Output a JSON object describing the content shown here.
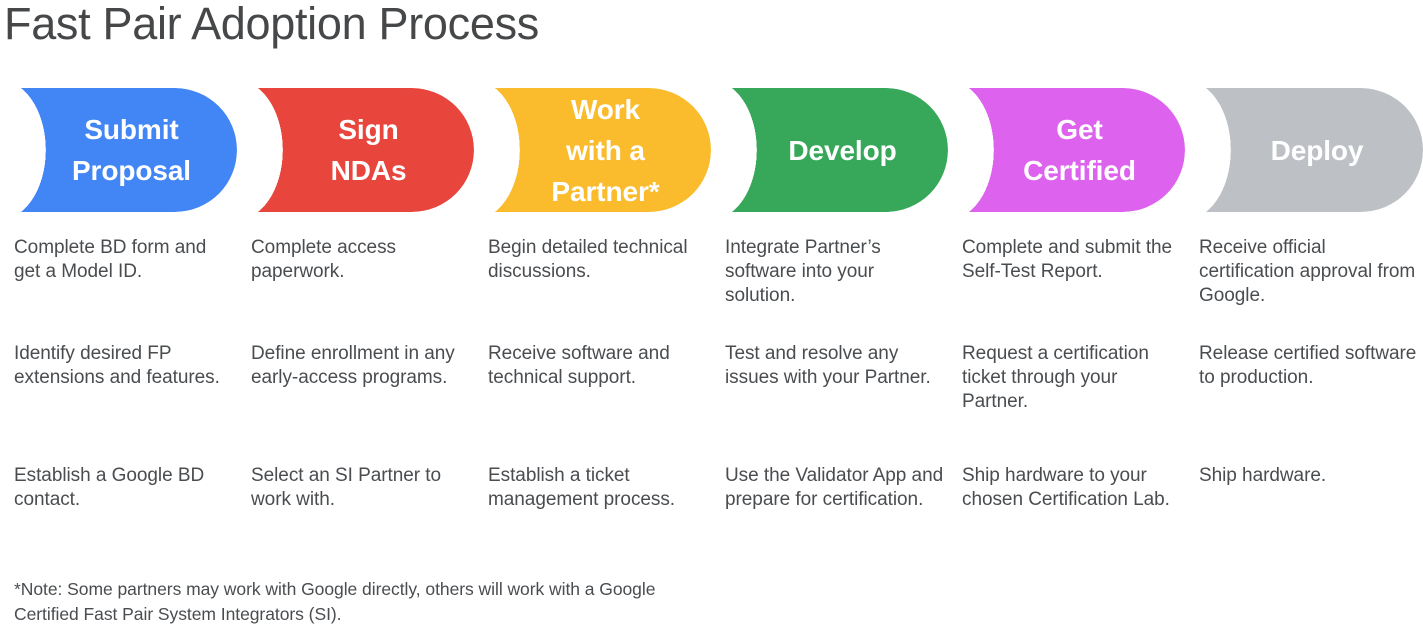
{
  "page": {
    "title": "Fast Pair Adoption Process",
    "title_color": "#454749",
    "background": "#ffffff",
    "body_text_color": "#4A4D50"
  },
  "stages": [
    {
      "label": "Submit\nProposal",
      "color": "#4285F4",
      "name": "submit-proposal",
      "bullets": [
        "Complete BD form and get a Model ID.",
        "Identify desired FP extensions and features.",
        "Establish a Google BD contact."
      ]
    },
    {
      "label": "Sign\nNDAs",
      "color": "#E8453C",
      "name": "sign-ndas",
      "bullets": [
        "Complete access paperwork.",
        "Define enrollment in any early-access programs.",
        "Select an SI Partner to work with."
      ]
    },
    {
      "label": "Work\nwith a\nPartner*",
      "color": "#FABB2D",
      "name": "work-with-a-partner",
      "bullets": [
        "Begin detailed technical discussions.",
        "Receive software and technical support.",
        "Establish a ticket management process."
      ]
    },
    {
      "label": "Develop",
      "color": "#37A85A",
      "name": "develop",
      "bullets": [
        "Integrate Partner’s software into your solution.",
        "Test and resolve any issues with your Partner.",
        "Use the Validator App and prepare for certification."
      ]
    },
    {
      "label": "Get\nCertified",
      "color": "#DD63EE",
      "name": "get-certified",
      "bullets": [
        "Complete and submit the Self-Test Report.",
        "Request a certification ticket through your Partner.",
        "Ship hardware to your chosen Certification Lab."
      ]
    },
    {
      "label": "Deploy",
      "color": "#BDC1C6",
      "name": "deploy",
      "bullets": [
        "Receive official certification approval from Google.",
        "Release certified software to production.",
        "Ship hardware."
      ]
    }
  ],
  "footnote": "*Note: Some partners may work with Google directly, others will work with a Google Certified Fast Pair System Integrators (SI)."
}
